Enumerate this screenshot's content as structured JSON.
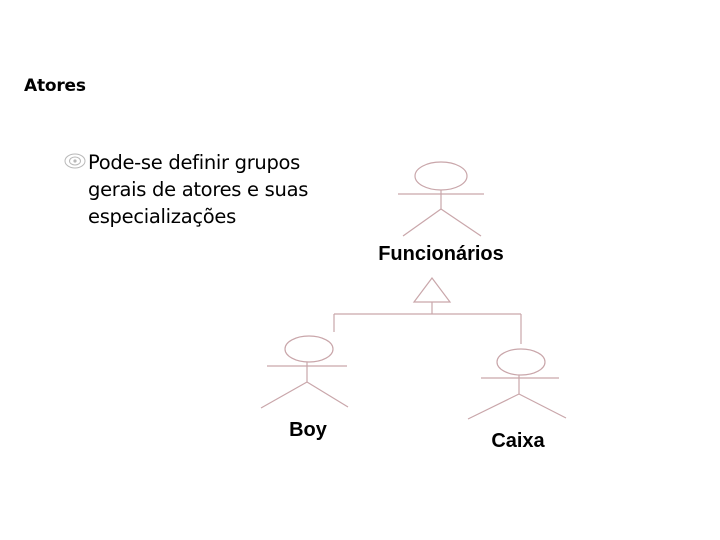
{
  "title": "Atores",
  "bullet": {
    "icon": "target-bullet-icon",
    "text": "Pode-se definir grupos gerais de atores e suas especializações"
  },
  "diagram": {
    "parent_actor": {
      "label": "Funcionários",
      "icon": "stick-figure-actor"
    },
    "child_actors": [
      {
        "label": "Boy",
        "icon": "stick-figure-actor"
      },
      {
        "label": "Caixa",
        "icon": "stick-figure-actor"
      }
    ],
    "relationship": "generalization",
    "colors": {
      "lines": "#c9a6aa",
      "text": "#000000"
    }
  }
}
